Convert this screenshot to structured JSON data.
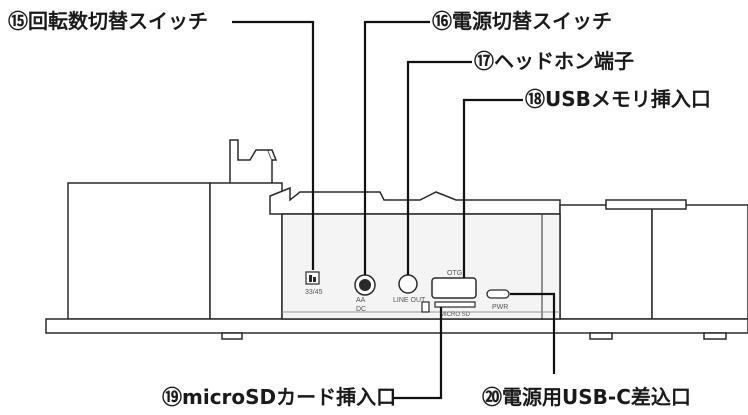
{
  "callouts": {
    "c15": "⑮回転数切替スイッチ",
    "c16": "⑯電源切替スイッチ",
    "c17": "⑰ヘッドホン端子",
    "c18": "⑱USBメモリ挿入口",
    "c19": "⑲microSDカード挿入口",
    "c20": "⑳電源用USB-C差込口"
  },
  "panel": {
    "speed_label": "33/45",
    "power_label_ac": "AA",
    "power_label_dc": "DC",
    "line_out_label": "LINE OUT",
    "otg_label": "OTG",
    "micro_sd_label": "MICRO SD",
    "pwr_label": "PWR"
  },
  "colors": {
    "outline": "#2a2a2a",
    "body_fill": "#ffffff",
    "panel_fill": "#f4f4f4",
    "leader": "#111111"
  }
}
